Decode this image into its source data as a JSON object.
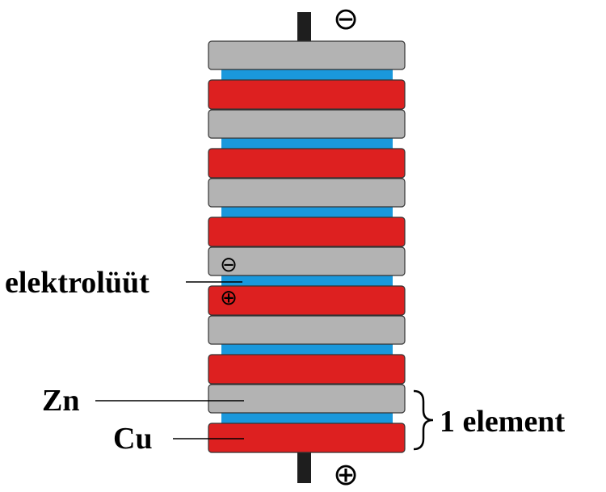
{
  "diagram": {
    "terminals": {
      "top_sign": "⊖",
      "bottom_sign": "⊕"
    },
    "labels": {
      "electrolyte": "elektrolüüt",
      "zinc": "Zn",
      "copper": "Cu",
      "element": "1 element"
    },
    "plate_signs": {
      "zinc_side": "⊖",
      "copper_side": "⊕"
    },
    "colors": {
      "zinc_plate": "#b3b3b3",
      "copper_plate": "#dd2020",
      "electrolyte": "#1a98dc",
      "terminal": "#1e1e1e",
      "outline": "#333333"
    }
  }
}
